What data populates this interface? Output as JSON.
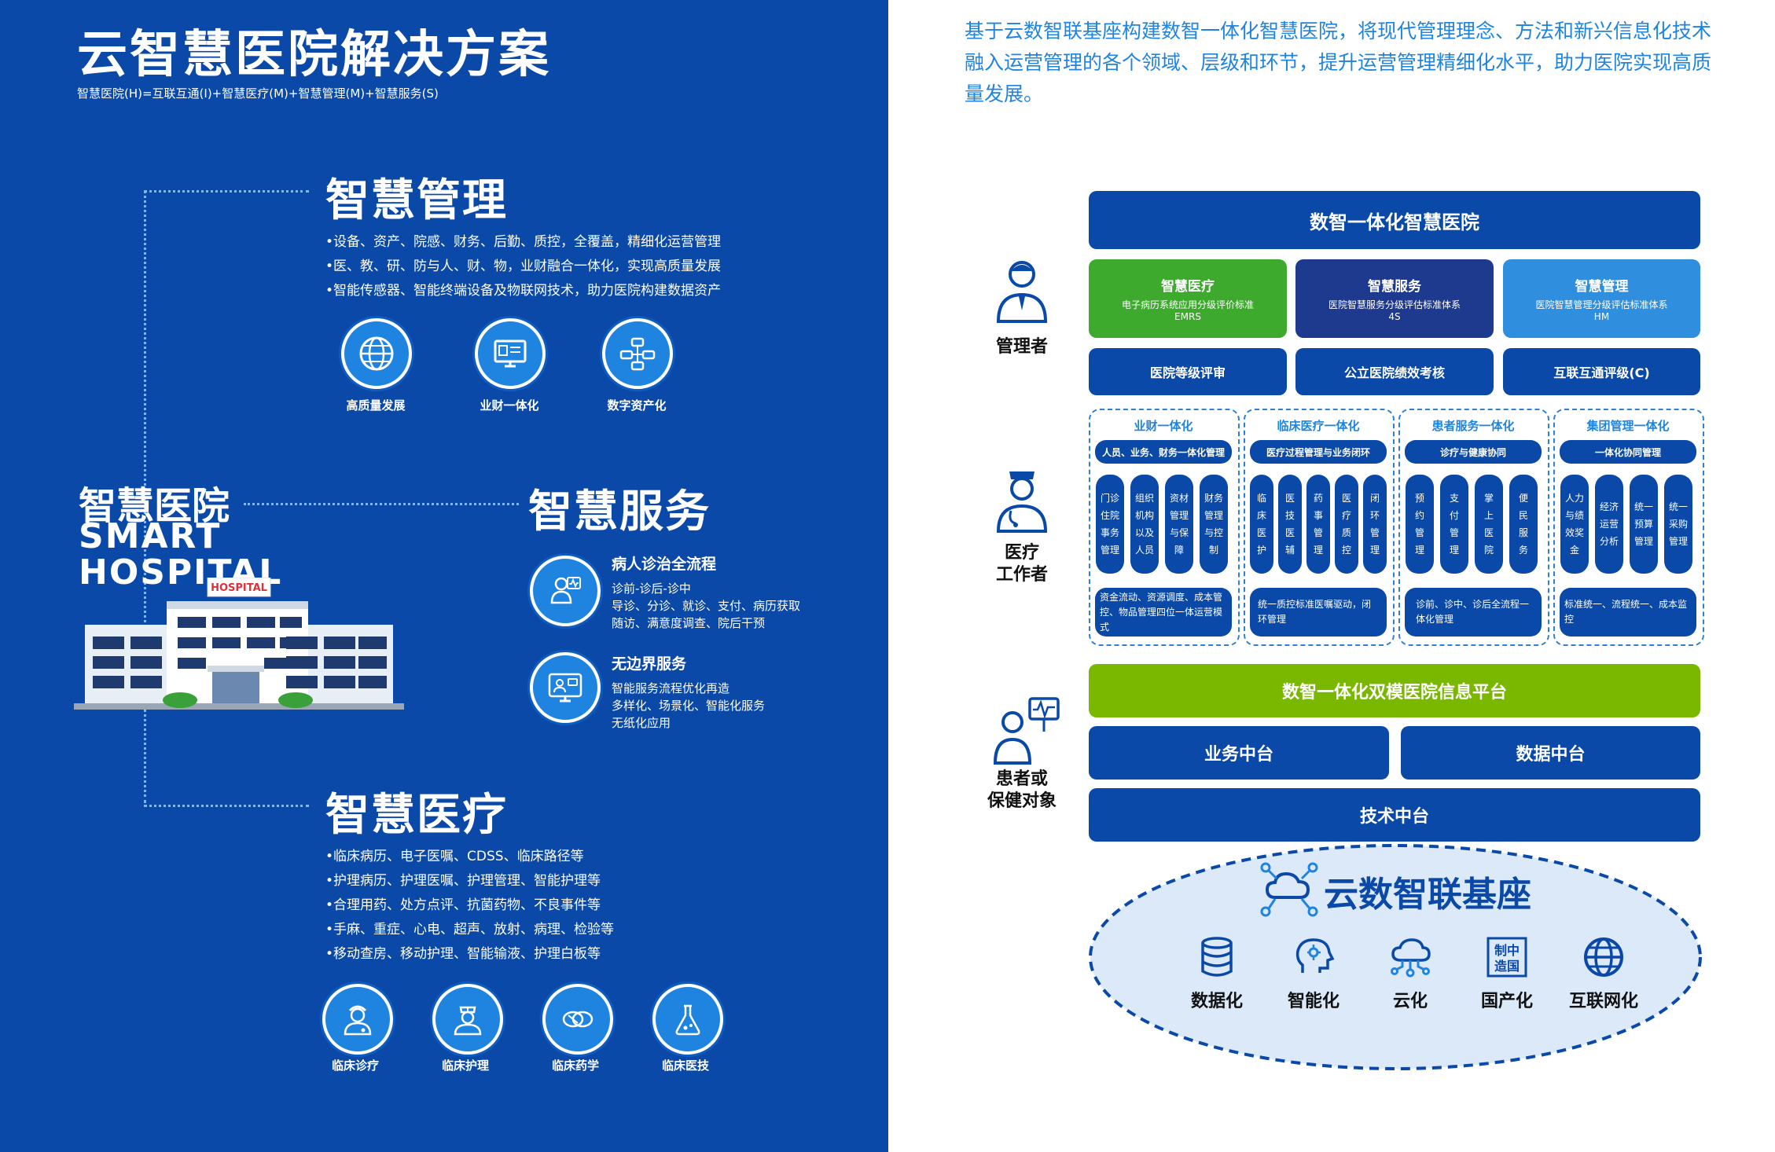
{
  "left": {
    "main_title": "云智慧医院解决方案",
    "subtitle": "智慧医院(H)=互联互通(I)+智慧医疗(M)+智慧管理(M)+智慧服务(S)",
    "hospital": {
      "cn": "智慧医院",
      "en_line1": "SMART",
      "en_line2": "HOSPITAL",
      "sign": "HOSPITAL"
    },
    "management": {
      "title": "智慧管理",
      "bullets": [
        "•设备、资产、院感、财务、后勤、质控，全覆盖，精细化运营管理",
        "•医、教、研、防与人、财、物，业财融合一体化，实现高质量发展",
        "•智能传感器、智能终端设备及物联网技术，助力医院构建数据资产"
      ],
      "icons": [
        {
          "label": "高质量发展",
          "icon": "globe-icon"
        },
        {
          "label": "业财一体化",
          "icon": "monitor-icon"
        },
        {
          "label": "数字资产化",
          "icon": "network-icon"
        }
      ]
    },
    "service": {
      "title": "智慧服务",
      "items": [
        {
          "title": "病人诊治全流程",
          "lines": [
            "诊前-诊后-诊中",
            "导诊、分诊、就诊、支付、病历获取",
            "随访、满意度调查、院后干预"
          ],
          "icon": "patient-icon"
        },
        {
          "title": "无边界服务",
          "lines": [
            "智能服务流程优化再造",
            "多样化、场景化、智能化服务",
            "无纸化应用"
          ],
          "icon": "service-screen-icon"
        }
      ]
    },
    "medical": {
      "title": "智慧医疗",
      "bullets": [
        "•临床病历、电子医嘱、CDSS、临床路径等",
        "•护理病历、护理医嘱、护理管理、智能护理等",
        "•合理用药、处方点评、抗菌药物、不良事件等",
        "•手麻、重症、心电、超声、放射、病理、检验等",
        "•移动查房、移动护理、智能输液、护理白板等"
      ],
      "icons": [
        {
          "label": "临床诊疗",
          "icon": "doctor-icon"
        },
        {
          "label": "临床护理",
          "icon": "nurse-icon"
        },
        {
          "label": "临床药学",
          "icon": "pill-icon"
        },
        {
          "label": "临床医技",
          "icon": "flask-icon"
        }
      ]
    }
  },
  "right": {
    "intro": "基于云数智联基座构建数智一体化智慧医院，将现代管理理念、方法和新兴信息化技术融入运营管理的各个领域、层级和环节，提升运营管理精细化水平，助力医院实现高质量发展。",
    "roles": [
      {
        "label": "管理者",
        "icon": "manager-icon"
      },
      {
        "label": "医疗\n工作者",
        "icon": "medical-worker-icon"
      },
      {
        "label": "患者或\n保健对象",
        "icon": "patient-monitor-icon"
      }
    ],
    "top_box": "数智一体化智慧医院",
    "standards": [
      {
        "title": "智慧医疗",
        "desc": "电子病历系统应用分级评价标准",
        "code": "EMRS",
        "color": "#3daa2e"
      },
      {
        "title": "智慧服务",
        "desc": "医院智慧服务分级评估标准体系",
        "code": "4S",
        "color": "#1e3a8f"
      },
      {
        "title": "智慧管理",
        "desc": "医院智慧管理分级评估标准体系",
        "code": "HM",
        "color": "#2f8fde"
      }
    ],
    "evaluations": [
      "医院等级评审",
      "公立医院绩效考核",
      "互联互通评级(C)"
    ],
    "groups": [
      {
        "title": "业财一体化",
        "header": "人员、业务、财务一体化管理",
        "cols": [
          "门诊住院事务管理",
          "组织机构以及人员",
          "资材管理与保障",
          "财务管理与控制"
        ],
        "footer": "资金流动、资源调度、成本管控、物品管理四位一体运营模式"
      },
      {
        "title": "临床医疗一体化",
        "header": "医疗过程管理与业务闭环",
        "cols": [
          "临床医护",
          "医技医辅",
          "药事管理",
          "医疗质控",
          "闭环管理"
        ],
        "footer": "统一质控标准医嘱驱动，闭环管理"
      },
      {
        "title": "患者服务一体化",
        "header": "诊疗与健康协同",
        "cols": [
          "预约管理",
          "支付管理",
          "掌上医院",
          "便民服务"
        ],
        "footer": "诊前、诊中、诊后全流程一体化管理"
      },
      {
        "title": "集团管理一体化",
        "header": "一体化协同管理",
        "cols": [
          "人力与绩效奖金",
          "经济运营分析",
          "统一预算管理",
          "统一采购管理"
        ],
        "footer": "标准统一、流程统一、成本监控"
      }
    ],
    "platform": "数智一体化双模医院信息平台",
    "business_middle": "业务中台",
    "data_middle": "数据中台",
    "tech_middle": "技术中台",
    "base_title": "云数智联基座",
    "base_items": [
      {
        "label": "数据化",
        "icon": "database-icon"
      },
      {
        "label": "智能化",
        "icon": "ai-head-icon"
      },
      {
        "label": "云化",
        "icon": "cloud-icon"
      },
      {
        "label": "国产化",
        "icon": "made-in-china-icon",
        "stamp": "制中造国"
      },
      {
        "label": "互联网化",
        "icon": "internet-globe-icon"
      }
    ]
  }
}
